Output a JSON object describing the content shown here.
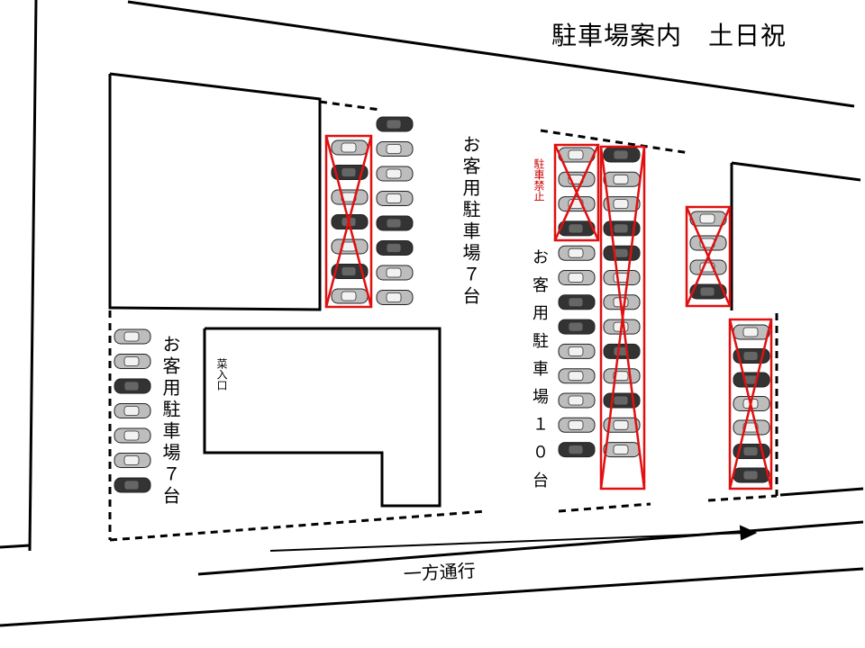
{
  "title": "駐車場案内　土日祝",
  "lots": {
    "top_center": "お客用駐車場７台",
    "right_center": "お客用駐車場１０台",
    "bottom_left": "お客用駐車場７台"
  },
  "no_parking_label": "駐車禁止",
  "entrance_label": "菜入口",
  "one_way_label": "一方通行",
  "colors": {
    "crossed_out": "#e01010",
    "no_parking_text": "#cc0000",
    "car_dark": "#333333",
    "car_light": "#bdbdbd"
  }
}
